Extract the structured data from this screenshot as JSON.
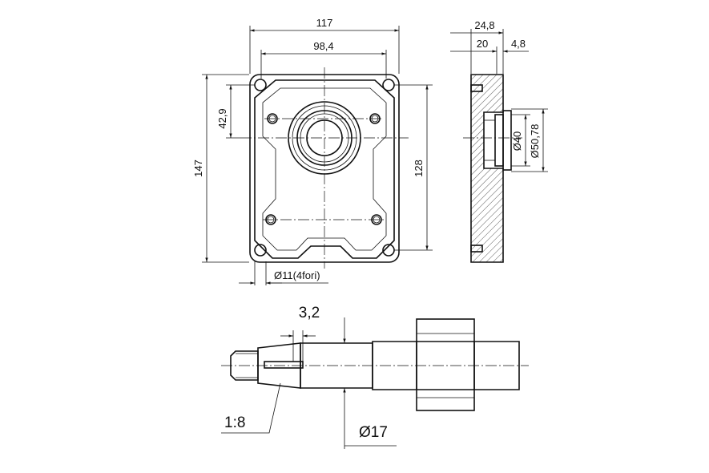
{
  "front_view": {
    "width_total": "117",
    "width_inner": "98,4",
    "height_total": "147",
    "height_inner": "128",
    "bore_offset": "42,9",
    "holes_label": "Ø11(4fori)"
  },
  "side_view": {
    "thickness_total": "24,8",
    "thickness_body": "20",
    "thickness_pilot": "4,8",
    "pilot_diameter": "Ø40",
    "spigot_diameter": "Ø50,78"
  },
  "shaft_view": {
    "key_width": "3,2",
    "taper": "1:8",
    "shaft_diameter": "Ø17"
  }
}
